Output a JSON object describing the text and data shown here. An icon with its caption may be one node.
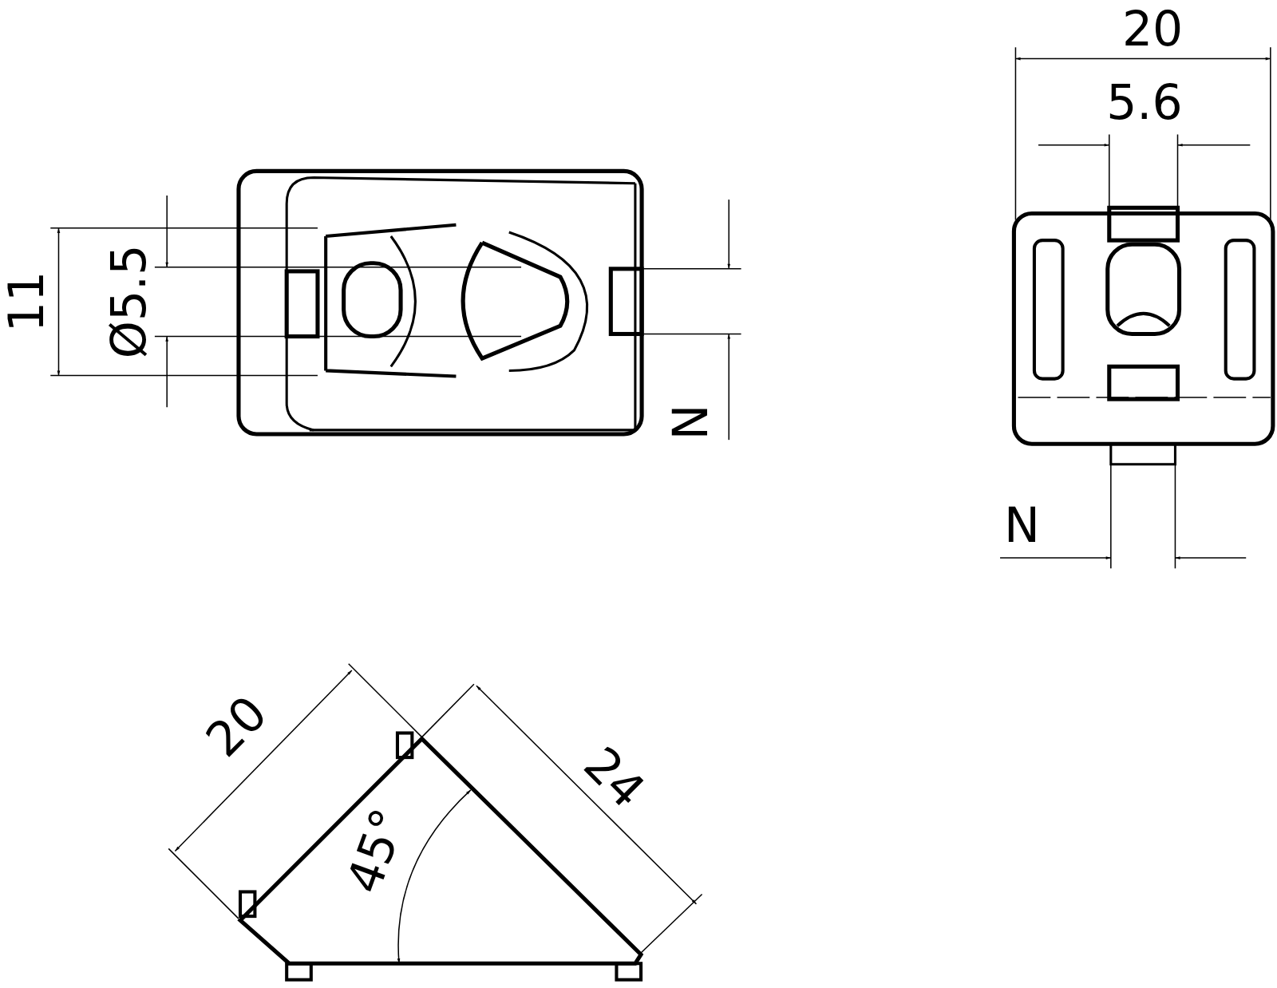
{
  "diagram": {
    "labels": [
      "11",
      "Ø5.5",
      "N",
      "20",
      "5.6",
      "N",
      "20",
      "45°",
      "24"
    ]
  }
}
